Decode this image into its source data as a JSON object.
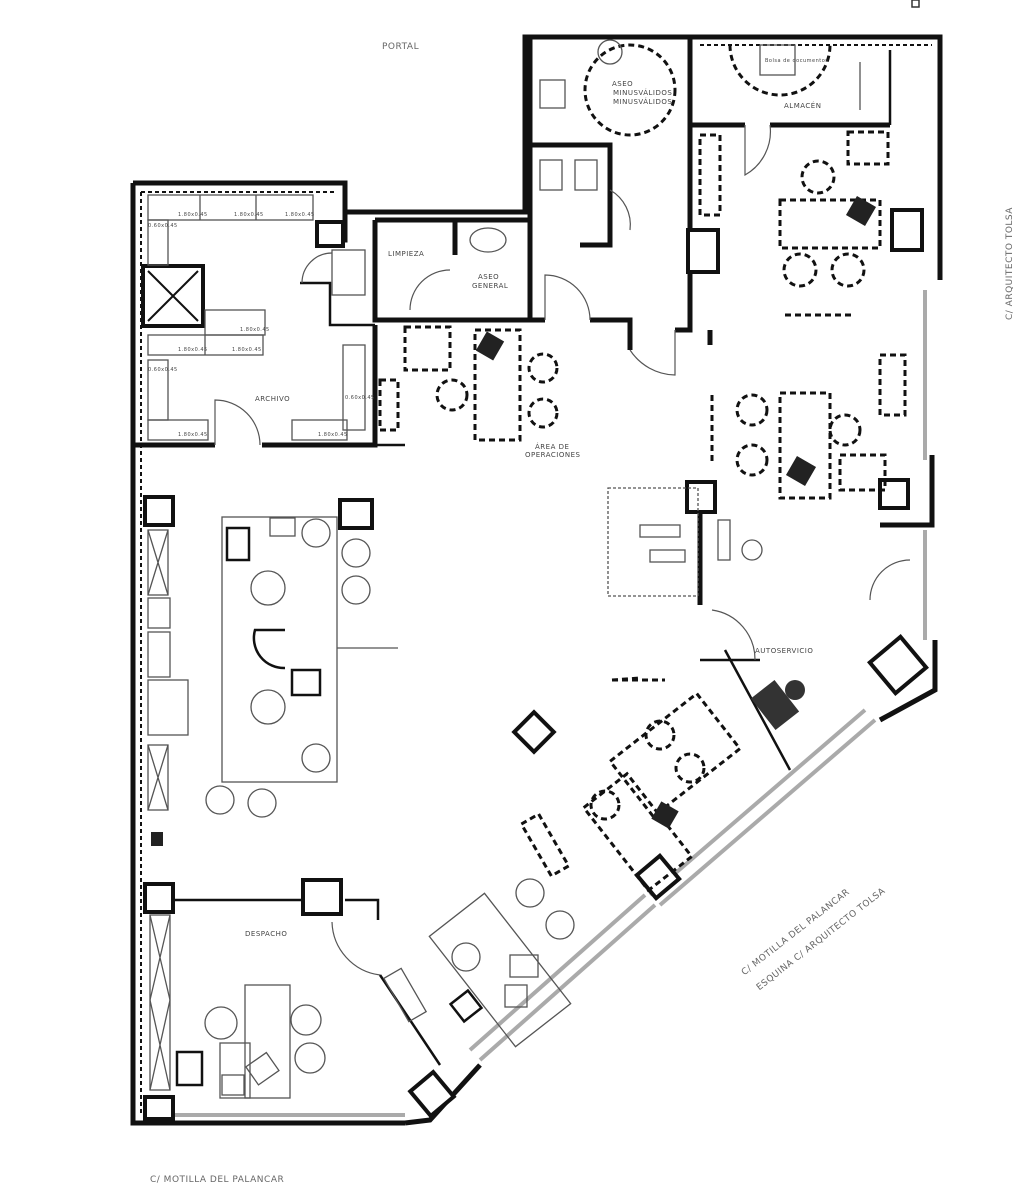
{
  "drawing": {
    "type": "architectural floor plan",
    "corner_mark": "□"
  },
  "streets": {
    "top": "PORTAL",
    "right": "C/ ARQUITECTO TOLSA",
    "bottom": "C/ MOTILLA DEL PALANCAR",
    "diagonal_line1": "C/ MOTILLA DEL PALANCAR",
    "diagonal_line2": "ESQUINA C/ ARQUITECTO TOLSA"
  },
  "rooms": {
    "aseo_minusvalidos": [
      "ASEO",
      "MINUSVÁLIDOS",
      "MINUSVÁLIDOS"
    ],
    "almacen": "ALMACÉN",
    "limpieza": "LIMPIEZA",
    "aseo_general": [
      "ASEO",
      "GENERAL"
    ],
    "archivo": "ARCHIVO",
    "area_operaciones": [
      "ÁREA DE",
      "OPERACIONES"
    ],
    "despacho": "DESPACHO",
    "autoservicio": "AUTOSERVICIO",
    "bolsa_de_documentos": "Bolsa de documentos"
  },
  "dimensions": {
    "archivo_top": [
      "1.80x0.45",
      "1.80x0.45",
      "1.80x0.45"
    ],
    "archivo_mid": [
      "1.80x0.45",
      "1.80x0.45",
      "1.80x0.45"
    ],
    "archivo_bottom": [
      "1.80x0.45",
      "1.80x0.45"
    ],
    "archivo_side": [
      "0.60x0.45",
      "0.60x0.45",
      "0.60x0.45"
    ]
  }
}
